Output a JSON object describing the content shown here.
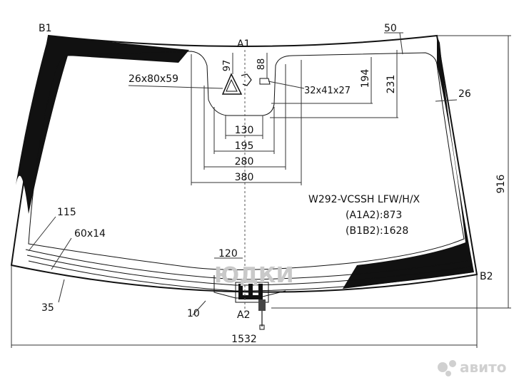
{
  "model": {
    "code": "W292-VCSSH LFW/H/X",
    "a1a2": "(A1A2):873",
    "b1b2": "(B1B2):1628"
  },
  "points": {
    "a1": "A1",
    "a2": "A2",
    "b1": "B1",
    "b2": "B2"
  },
  "dimensions": {
    "d50": "50",
    "d26": "26",
    "d916": "916",
    "d194": "194",
    "d231": "231",
    "d97": "97",
    "d88": "88",
    "d26x80x59": "26x80x59",
    "d32x41x27": "32x41x27",
    "d130": "130",
    "d195": "195",
    "d280": "280",
    "d380": "380",
    "d115": "115",
    "d60x14": "60x14",
    "d120": "120",
    "d35": "35",
    "d10": "10",
    "d1532": "1532"
  },
  "watermarks": {
    "brand": "авито",
    "faded": "ЮДКИ"
  },
  "colors": {
    "glass_print": "#111111",
    "line": "#111111",
    "background": "#ffffff",
    "watermark": "#c9c9c9"
  }
}
